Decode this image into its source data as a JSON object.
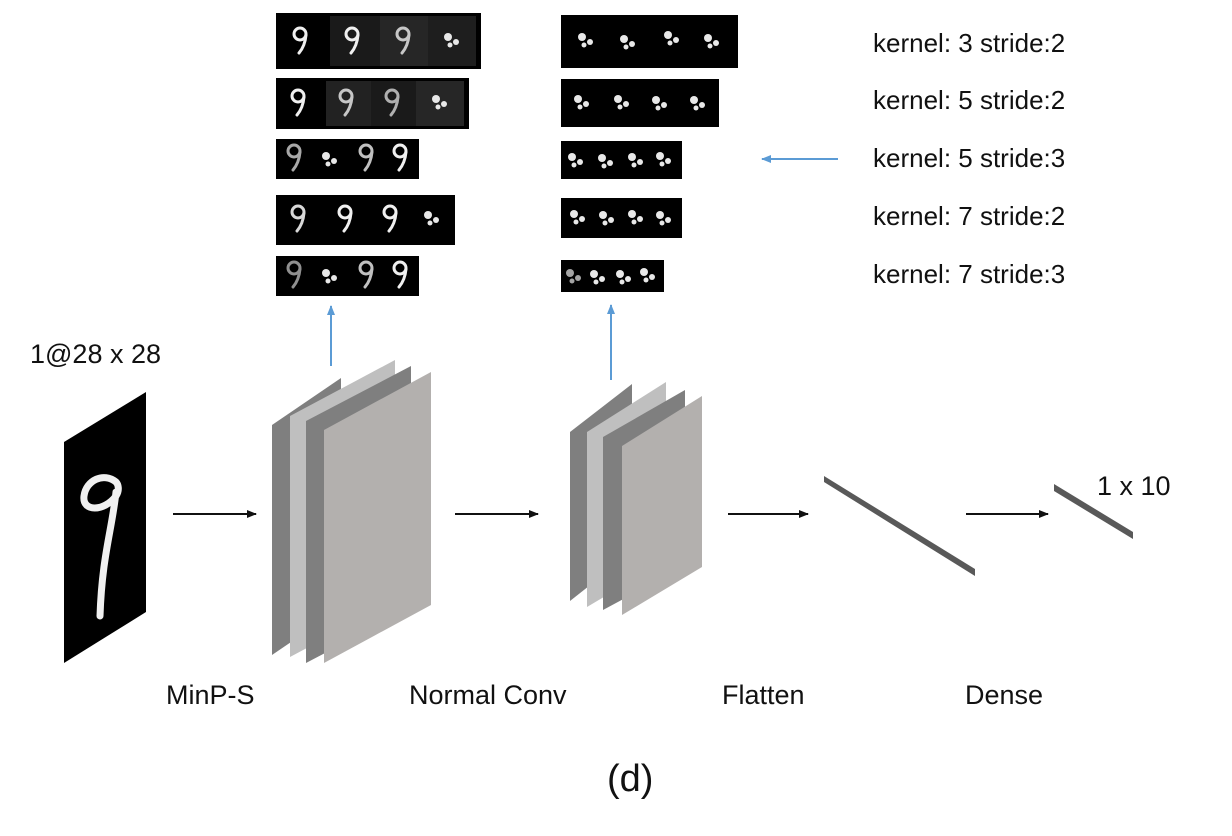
{
  "input": {
    "size_label": "1@28 x 28"
  },
  "stages": {
    "minp": "MinP-S",
    "conv": "Normal Conv",
    "flatten": "Flatten",
    "dense": "Dense"
  },
  "output": {
    "size_label": "1 x 10"
  },
  "kernels": [
    "kernel: 3 stride:2",
    "kernel: 5 stride:2",
    "kernel: 5 stride:3",
    "kernel: 7 stride:2",
    "kernel: 7 stride:3"
  ],
  "caption": "(d)",
  "colors": {
    "arrow": "#111111",
    "up_arrow": "#5b9bd5",
    "plate_dark": "#7f7f7f",
    "plate_light": "#bfbfbf",
    "plate_front": "#b3b0ae"
  }
}
